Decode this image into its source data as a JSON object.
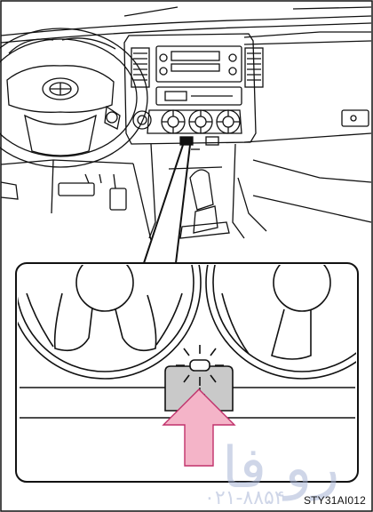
{
  "figure_code": "STY31AI012",
  "watermark": {
    "text_large": "رو فا",
    "text_small": "۰۲۱-۸۸۵۴"
  },
  "colors": {
    "line": "#111111",
    "button_gray": "#c9c9c9",
    "arrow_fill": "#f4b4c8",
    "arrow_stroke": "#c0306a"
  },
  "icons": {
    "steering_wheel_logo": "toyota-emblem-icon",
    "indicator_light": "lit-indicator-icon",
    "pointer_arrow": "up-arrow-icon"
  }
}
